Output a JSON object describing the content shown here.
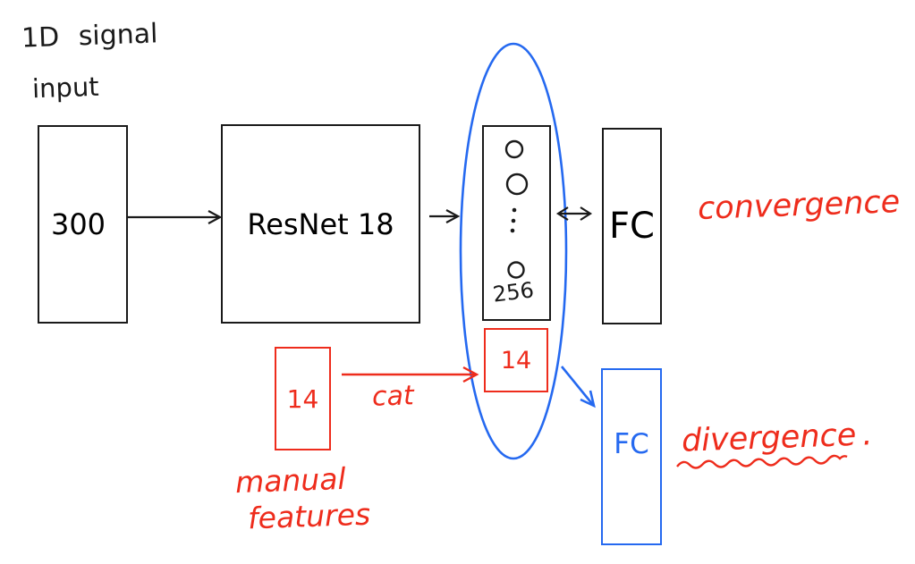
{
  "diagram": {
    "heading": {
      "line1": "1D signal",
      "line2": "input"
    },
    "input_box": {
      "value": "300"
    },
    "resnet_box": {
      "label": "ResNet 18"
    },
    "feature_vector": {
      "dim": "256"
    },
    "fc_convergence_box": {
      "label": "FC"
    },
    "fc_divergence_box": {
      "label": "FC"
    },
    "concat_box": {
      "value": "14"
    },
    "manual_box": {
      "value": "14"
    },
    "manual_caption": {
      "line1": "manual",
      "line2": "features"
    },
    "cat_label": "cat",
    "branch_labels": {
      "convergence": "convergence",
      "divergence": "divergence",
      "divergence_dot": "."
    },
    "colors": {
      "ink": "#1a1a1a",
      "red": "#ee2c1c",
      "blue": "#2569f0"
    }
  }
}
